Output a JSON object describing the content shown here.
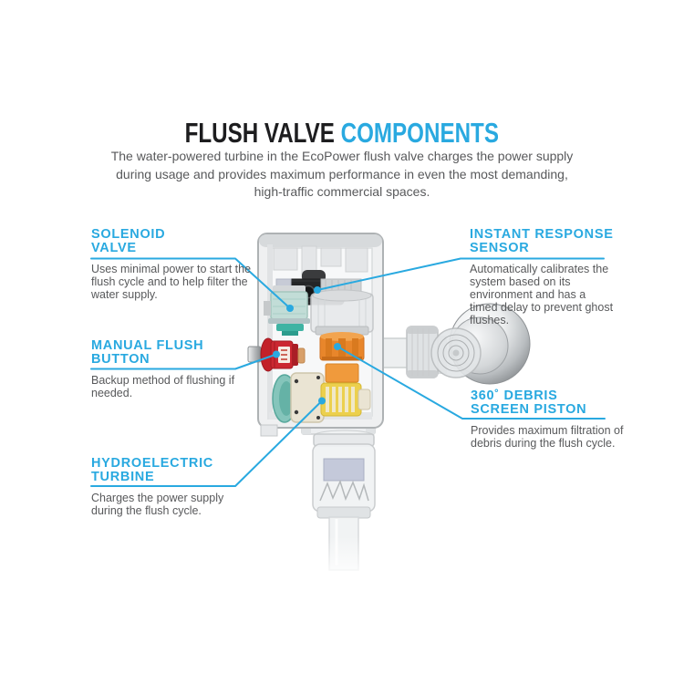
{
  "header": {
    "title_primary": "FLUSH VALVE",
    "title_accent": "COMPONENTS",
    "subtitle_lines": [
      "The water-powered turbine in the EcoPower flush valve charges the power supply",
      "during usage and provides maximum performance in even the most demanding,",
      "high-traffic commercial spaces."
    ]
  },
  "colors": {
    "accent": "#29a9e0",
    "body_text": "#58595b",
    "title_text": "#1d1d1f",
    "background": "#ffffff"
  },
  "callouts": {
    "solenoid_valve": {
      "title_line1": "SOLENOID",
      "title_line2": "VALVE",
      "description": "Uses minimal power to start the flush cycle and to help filter the water supply."
    },
    "instant_response_sensor": {
      "title_line1": "INSTANT RESPONSE",
      "title_line2": "SENSOR",
      "description": "Automatically calibrates the system based on its environment and has a timed delay to prevent ghost flushes."
    },
    "manual_flush_button": {
      "title_line1": "MANUAL FLUSH",
      "title_line2": "BUTTON",
      "description": "Backup method of flushing if needed."
    },
    "debris_screen_piston": {
      "title_line1": "360˚ DEBRIS",
      "title_line2": "SCREEN PISTON",
      "description": "Provides maximum filtration of debris during the flush cycle."
    },
    "hydroelectric_turbine": {
      "title_line1": "HYDROELECTRIC",
      "title_line2": "TURBINE",
      "description": "Charges the power supply during the flush cycle."
    }
  }
}
